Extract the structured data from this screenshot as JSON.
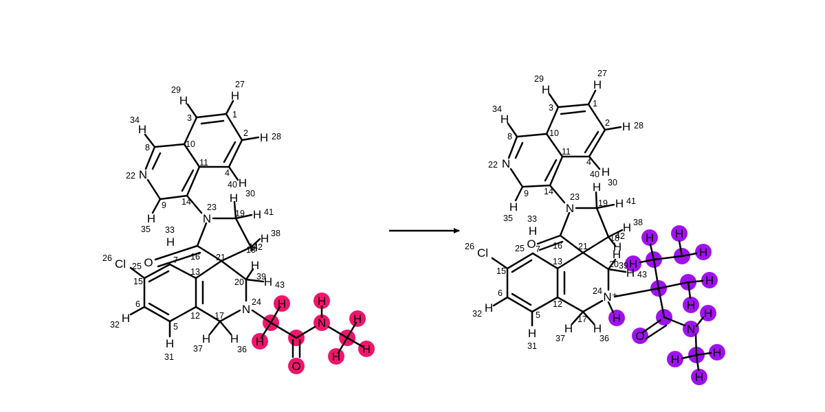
{
  "colors": {
    "highlight_left": "#f0146c",
    "highlight_right": "#a011f0",
    "bond": "#000000"
  },
  "reactant": {
    "atoms": [
      {
        "label": "N",
        "index": "22"
      },
      {
        "label": "N",
        "index": "23"
      },
      {
        "label": "N",
        "index": "24"
      },
      {
        "label": "O",
        "index": ""
      },
      {
        "label": "Cl",
        "index": "26"
      },
      {
        "label": "N",
        "index": ""
      },
      {
        "label": "O",
        "index": ""
      }
    ],
    "carbon_indices": [
      "1",
      "2",
      "3",
      "4",
      "5",
      "6",
      "7",
      "8",
      "9",
      "10",
      "11",
      "12",
      "13",
      "14",
      "15",
      "16",
      "17",
      "18",
      "19",
      "20",
      "21",
      "25"
    ],
    "hydrogens": [
      {
        "label": "H",
        "index": "27"
      },
      {
        "label": "H",
        "index": "28"
      },
      {
        "label": "H",
        "index": "29"
      },
      {
        "label": "H",
        "index": "30"
      },
      {
        "label": "H",
        "index": "31"
      },
      {
        "label": "H",
        "index": "32"
      },
      {
        "label": "H",
        "index": "33"
      },
      {
        "label": "H",
        "index": "34"
      },
      {
        "label": "H",
        "index": "35"
      },
      {
        "label": "H",
        "index": "36"
      },
      {
        "label": "H",
        "index": "37"
      },
      {
        "label": "H",
        "index": "38"
      },
      {
        "label": "H",
        "index": "39"
      },
      {
        "label": "H",
        "index": "40"
      },
      {
        "label": "H",
        "index": "41"
      },
      {
        "label": "H",
        "index": "42"
      },
      {
        "label": "H",
        "index": "43"
      }
    ],
    "highlighted_hydrogens": [
      "H",
      "H",
      "H",
      "H",
      "H",
      "H"
    ]
  },
  "product": {
    "atoms": [
      {
        "label": "N",
        "index": "22"
      },
      {
        "label": "N",
        "index": "23"
      },
      {
        "label": "N⁺",
        "index": "24"
      },
      {
        "label": "O",
        "index": ""
      },
      {
        "label": "Cl",
        "index": "26"
      },
      {
        "label": "N",
        "index": ""
      },
      {
        "label": "O",
        "index": ""
      }
    ],
    "carbon_indices": [
      "1",
      "2",
      "3",
      "4",
      "5",
      "6",
      "7",
      "8",
      "9",
      "10",
      "11",
      "12",
      "13",
      "14",
      "15",
      "16",
      "17",
      "18",
      "19",
      "20",
      "21",
      "25"
    ],
    "hydrogens": [
      {
        "label": "H",
        "index": "27"
      },
      {
        "label": "H",
        "index": "28"
      },
      {
        "label": "H",
        "index": "29"
      },
      {
        "label": "H",
        "index": "30"
      },
      {
        "label": "H",
        "index": "31"
      },
      {
        "label": "H",
        "index": "32"
      },
      {
        "label": "H",
        "index": "33"
      },
      {
        "label": "H",
        "index": "34"
      },
      {
        "label": "H",
        "index": "35"
      },
      {
        "label": "H",
        "index": "36"
      },
      {
        "label": "H",
        "index": "37"
      },
      {
        "label": "H",
        "index": "38"
      },
      {
        "label": "H",
        "index": "39"
      },
      {
        "label": "H",
        "index": "40"
      },
      {
        "label": "H",
        "index": "41"
      },
      {
        "label": "H",
        "index": "42"
      },
      {
        "label": "H",
        "index": "43"
      }
    ],
    "highlighted_hydrogens": [
      "H",
      "H",
      "H",
      "H",
      "H",
      "H",
      "H",
      "H",
      "H",
      "H",
      "H"
    ]
  }
}
